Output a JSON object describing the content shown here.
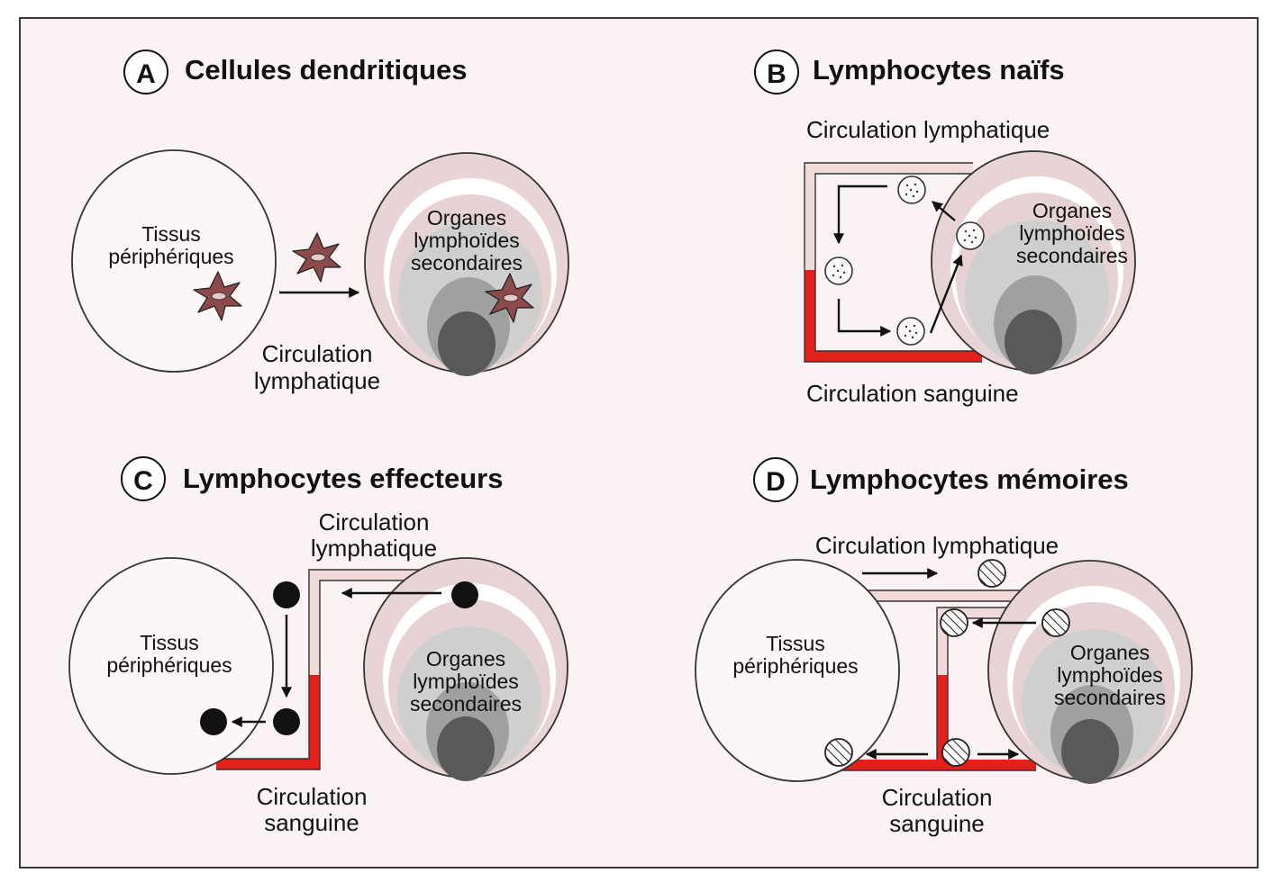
{
  "panels": {
    "a": {
      "badge": "A",
      "title": "Cellules dendritiques",
      "tissue": [
        "Tissus",
        "périphériques"
      ],
      "organ": [
        "Organes",
        "lymphoïdes",
        "secondaires"
      ],
      "flow": [
        "Circulation",
        "lymphatique"
      ]
    },
    "b": {
      "badge": "B",
      "title": "Lymphocytes naïfs",
      "lymph": "Circulation lymphatique",
      "organ": [
        "Organes",
        "lymphoïdes",
        "secondaires"
      ],
      "blood": "Circulation sanguine"
    },
    "c": {
      "badge": "C",
      "title": "Lymphocytes effecteurs",
      "lymph": [
        "Circulation",
        "lymphatique"
      ],
      "tissue": [
        "Tissus",
        "périphériques"
      ],
      "organ": [
        "Organes",
        "lymphoïdes",
        "secondaires"
      ],
      "blood": [
        "Circulation",
        "sanguine"
      ]
    },
    "d": {
      "badge": "D",
      "title": "Lymphocytes mémoires",
      "lymph": "Circulation lymphatique",
      "tissue": [
        "Tissus",
        "périphériques"
      ],
      "organ": [
        "Organes",
        "lymphoïdes",
        "secondaires"
      ],
      "blood": [
        "Circulation",
        "sanguine"
      ]
    }
  },
  "colors": {
    "background": "#fbf3f3",
    "blood": "#e3201b",
    "lymph": "#f2dada",
    "organ": "#e8d4d4"
  }
}
